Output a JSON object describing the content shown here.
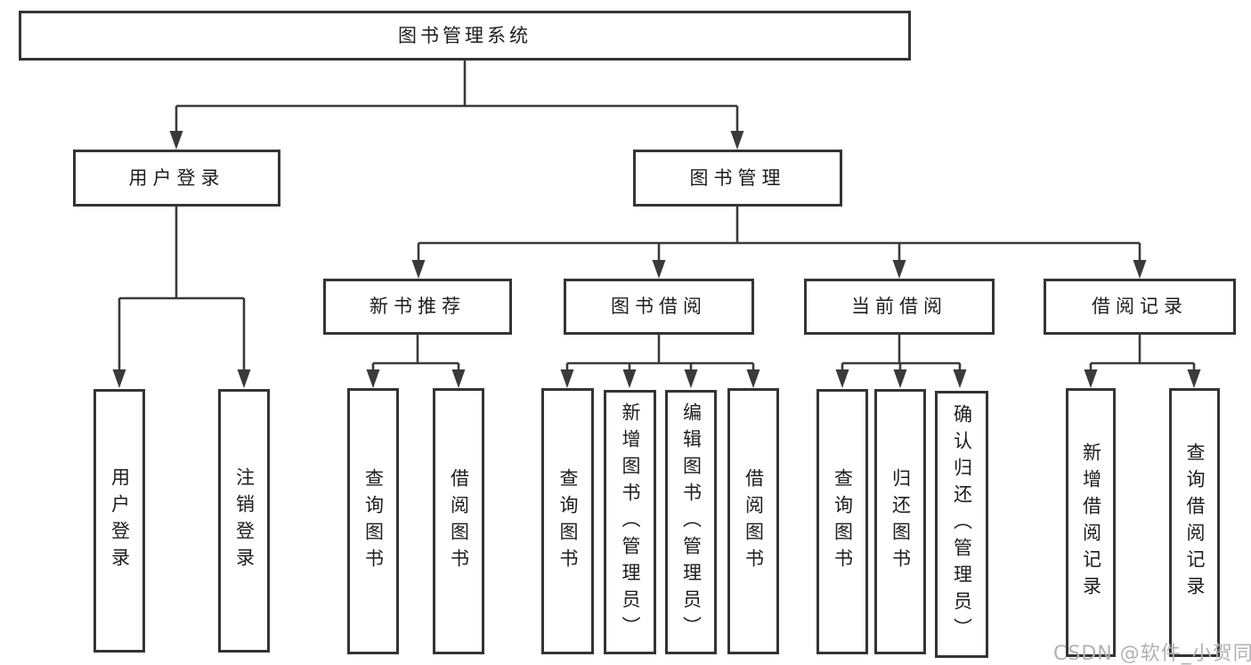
{
  "watermark": "CSDN @软件_小贺同学",
  "colors": {
    "background": "#ffffff",
    "box_border": "#343434",
    "connector_line": "#3a3a3a",
    "text": "#1d1d1d",
    "watermark": "#b2b2b6"
  },
  "diagram_type": "hierarchy-tree",
  "tree": {
    "label": "图书管理系统",
    "children": [
      {
        "label": "用户登录",
        "children": [
          {
            "label": "用户登录"
          },
          {
            "label": "注销登录"
          }
        ]
      },
      {
        "label": "图书管理",
        "children": [
          {
            "label": "新书推荐",
            "children": [
              {
                "label": "查询图书"
              },
              {
                "label": "借阅图书"
              }
            ]
          },
          {
            "label": "图书借阅",
            "children": [
              {
                "label": "查询图书"
              },
              {
                "label": "新增图书（管理员）"
              },
              {
                "label": "编辑图书（管理员）"
              },
              {
                "label": "借阅图书"
              }
            ]
          },
          {
            "label": "当前借阅",
            "children": [
              {
                "label": "查询图书"
              },
              {
                "label": "归还图书"
              },
              {
                "label": "确认归还（管理员）"
              }
            ]
          },
          {
            "label": "借阅记录",
            "children": [
              {
                "label": "新增借阅记录"
              },
              {
                "label": "查询借阅记录"
              }
            ]
          }
        ]
      }
    ]
  }
}
